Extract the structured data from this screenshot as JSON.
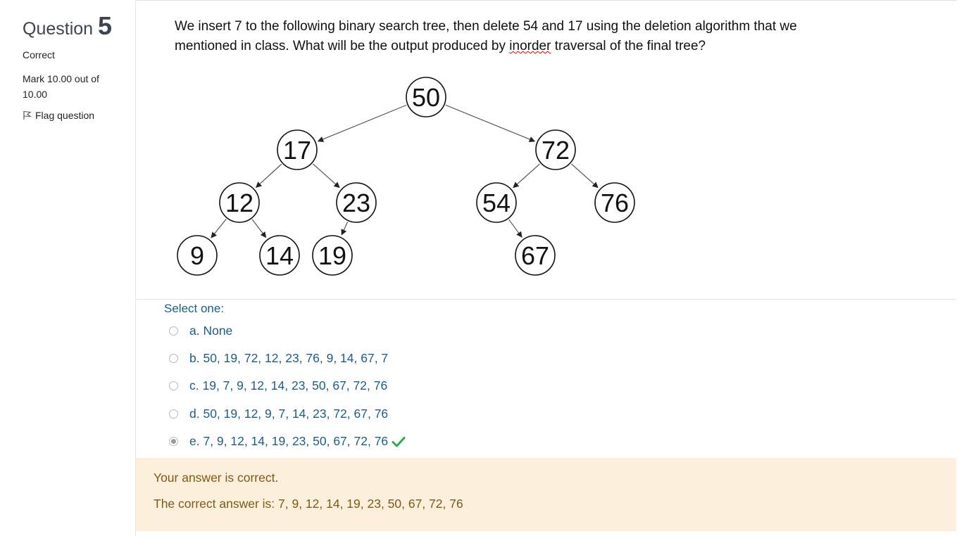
{
  "info": {
    "question_word": "Question",
    "question_number": "5",
    "state": "Correct",
    "grade": "Mark 10.00 out of 10.00",
    "flag_label": "Flag question"
  },
  "question": {
    "text_part1": "We insert 7 to the following binary search tree, then delete 54 and 17 using the deletion algorithm that we mentioned in class. What will be the output produced by ",
    "text_underlined": "inorder",
    "text_part2": " traversal of the final tree?"
  },
  "tree_nodes": [
    {
      "id": "n50",
      "label": "50"
    },
    {
      "id": "n17",
      "label": "17"
    },
    {
      "id": "n72",
      "label": "72"
    },
    {
      "id": "n12",
      "label": "12"
    },
    {
      "id": "n23",
      "label": "23"
    },
    {
      "id": "n54",
      "label": "54"
    },
    {
      "id": "n76",
      "label": "76"
    },
    {
      "id": "n9",
      "label": "9"
    },
    {
      "id": "n14",
      "label": "14"
    },
    {
      "id": "n19",
      "label": "19"
    },
    {
      "id": "n67",
      "label": "67"
    }
  ],
  "tree_edges": [
    [
      "n50",
      "n17"
    ],
    [
      "n50",
      "n72"
    ],
    [
      "n17",
      "n12"
    ],
    [
      "n17",
      "n23"
    ],
    [
      "n72",
      "n54"
    ],
    [
      "n72",
      "n76"
    ],
    [
      "n12",
      "n9"
    ],
    [
      "n12",
      "n14"
    ],
    [
      "n23",
      "n19"
    ],
    [
      "n54",
      "n67"
    ]
  ],
  "answer": {
    "prompt": "Select one:",
    "options": [
      {
        "label": "a. None",
        "selected": false
      },
      {
        "label": "b. 50, 19, 72, 12, 23, 76, 9, 14, 67, 7",
        "selected": false
      },
      {
        "label": "c. 19, 7, 9, 12, 14, 23, 50, 67, 72, 76",
        "selected": false
      },
      {
        "label": "d. 50, 19, 12, 9, 7, 14, 23, 72, 67, 76",
        "selected": false
      },
      {
        "label": "e. 7, 9, 12, 14, 19, 23, 50, 67, 72, 76",
        "selected": true
      }
    ]
  },
  "feedback": {
    "status": "Your answer is correct.",
    "correct_answer": "The correct answer is: 7, 9, 12, 14, 19, 23, 50, 67, 72, 76"
  },
  "colors": {
    "link": "#1b5e85",
    "check": "#2eaa4f",
    "feedback_bg": "#fcefdc",
    "feedback_text": "#7d5a16"
  },
  "icons": {
    "flag": "flag-icon",
    "check": "check-icon"
  }
}
